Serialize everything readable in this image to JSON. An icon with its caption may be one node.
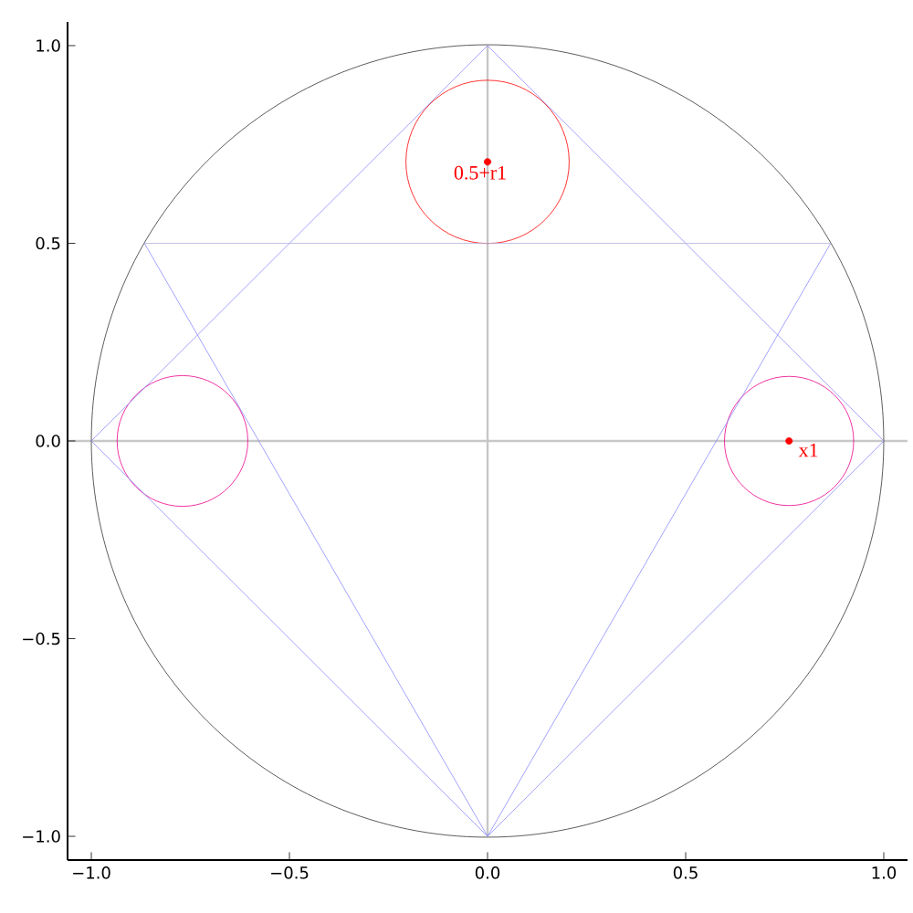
{
  "diagram": {
    "chart_data": {
      "type": "scatter",
      "xlim": [
        -1.06,
        1.06
      ],
      "ylim": [
        -1.06,
        1.06
      ],
      "xticks": [
        {
          "value": -1.0,
          "label": "−1.0"
        },
        {
          "value": -0.5,
          "label": "−0.5"
        },
        {
          "value": 0.0,
          "label": "0.0"
        },
        {
          "value": 0.5,
          "label": "0.5"
        },
        {
          "value": 1.0,
          "label": "1.0"
        }
      ],
      "yticks": [
        {
          "value": -1.0,
          "label": "−1.0"
        },
        {
          "value": -0.5,
          "label": "−0.5"
        },
        {
          "value": 0.0,
          "label": "0.0"
        },
        {
          "value": 0.5,
          "label": "0.5"
        },
        {
          "value": 1.0,
          "label": "1.0"
        }
      ],
      "series": [
        {
          "color": "#ff0000",
          "x": [
            0.0,
            0.761
          ],
          "values": [
            0.706,
            0.0
          ]
        },
        {
          "type": "line",
          "color": "#8c8cff",
          "x": [
            -1.0,
            0.0,
            1.0
          ],
          "values": [
            0.0,
            1.0,
            0.0
          ]
        },
        {
          "type": "line",
          "color": "#8c8cff",
          "x": [
            -1.0,
            0.0,
            1.0
          ],
          "values": [
            0.0,
            -1.0,
            0.0
          ]
        },
        {
          "type": "line",
          "color": "#8c8cff",
          "x": [
            -0.866,
            0.0,
            0.866
          ],
          "values": [
            0.5,
            -1.0,
            0.5
          ]
        },
        {
          "type": "line",
          "color": "#b2b2e0",
          "x": [
            -0.866,
            0.866
          ],
          "values": [
            0.5,
            0.5
          ]
        }
      ],
      "annotations": [
        "0.5+r1",
        "x1"
      ]
    }
  }
}
